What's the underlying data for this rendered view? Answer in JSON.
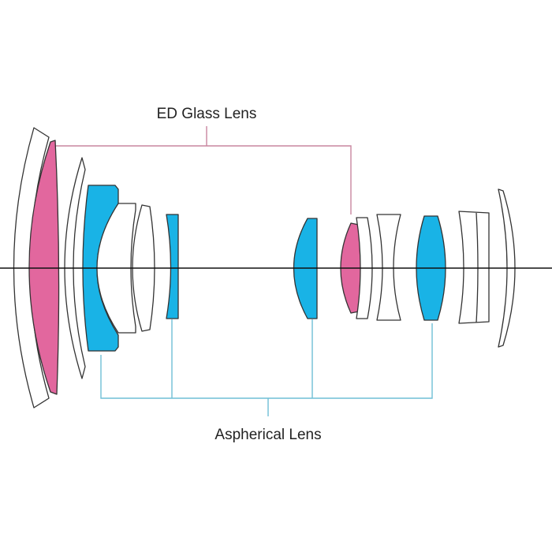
{
  "labels": {
    "ed_glass": "ED Glass Lens",
    "aspherical": "Aspherical Lens"
  },
  "colors": {
    "ed_glass": "#e2679e",
    "aspherical": "#19b3e6",
    "ed_leader": "#c9869f",
    "asph_leader": "#6fbfd6",
    "outline": "#333333",
    "axis": "#111111"
  },
  "elements": [
    {
      "id": "front-meniscus",
      "type": "plain"
    },
    {
      "id": "front-ed",
      "type": "ed_glass"
    },
    {
      "id": "second-meniscus",
      "type": "plain"
    },
    {
      "id": "large-asph",
      "type": "aspherical"
    },
    {
      "id": "cemented-1",
      "type": "plain"
    },
    {
      "id": "cemented-2",
      "type": "plain"
    },
    {
      "id": "thin-asph",
      "type": "aspherical"
    },
    {
      "id": "mid-asph",
      "type": "aspherical"
    },
    {
      "id": "rear-ed",
      "type": "ed_glass"
    },
    {
      "id": "thin-plain",
      "type": "plain"
    },
    {
      "id": "concave-plain",
      "type": "plain"
    },
    {
      "id": "rear-asph",
      "type": "aspherical"
    },
    {
      "id": "rear-block",
      "type": "plain"
    },
    {
      "id": "rear-meniscus",
      "type": "plain"
    }
  ]
}
